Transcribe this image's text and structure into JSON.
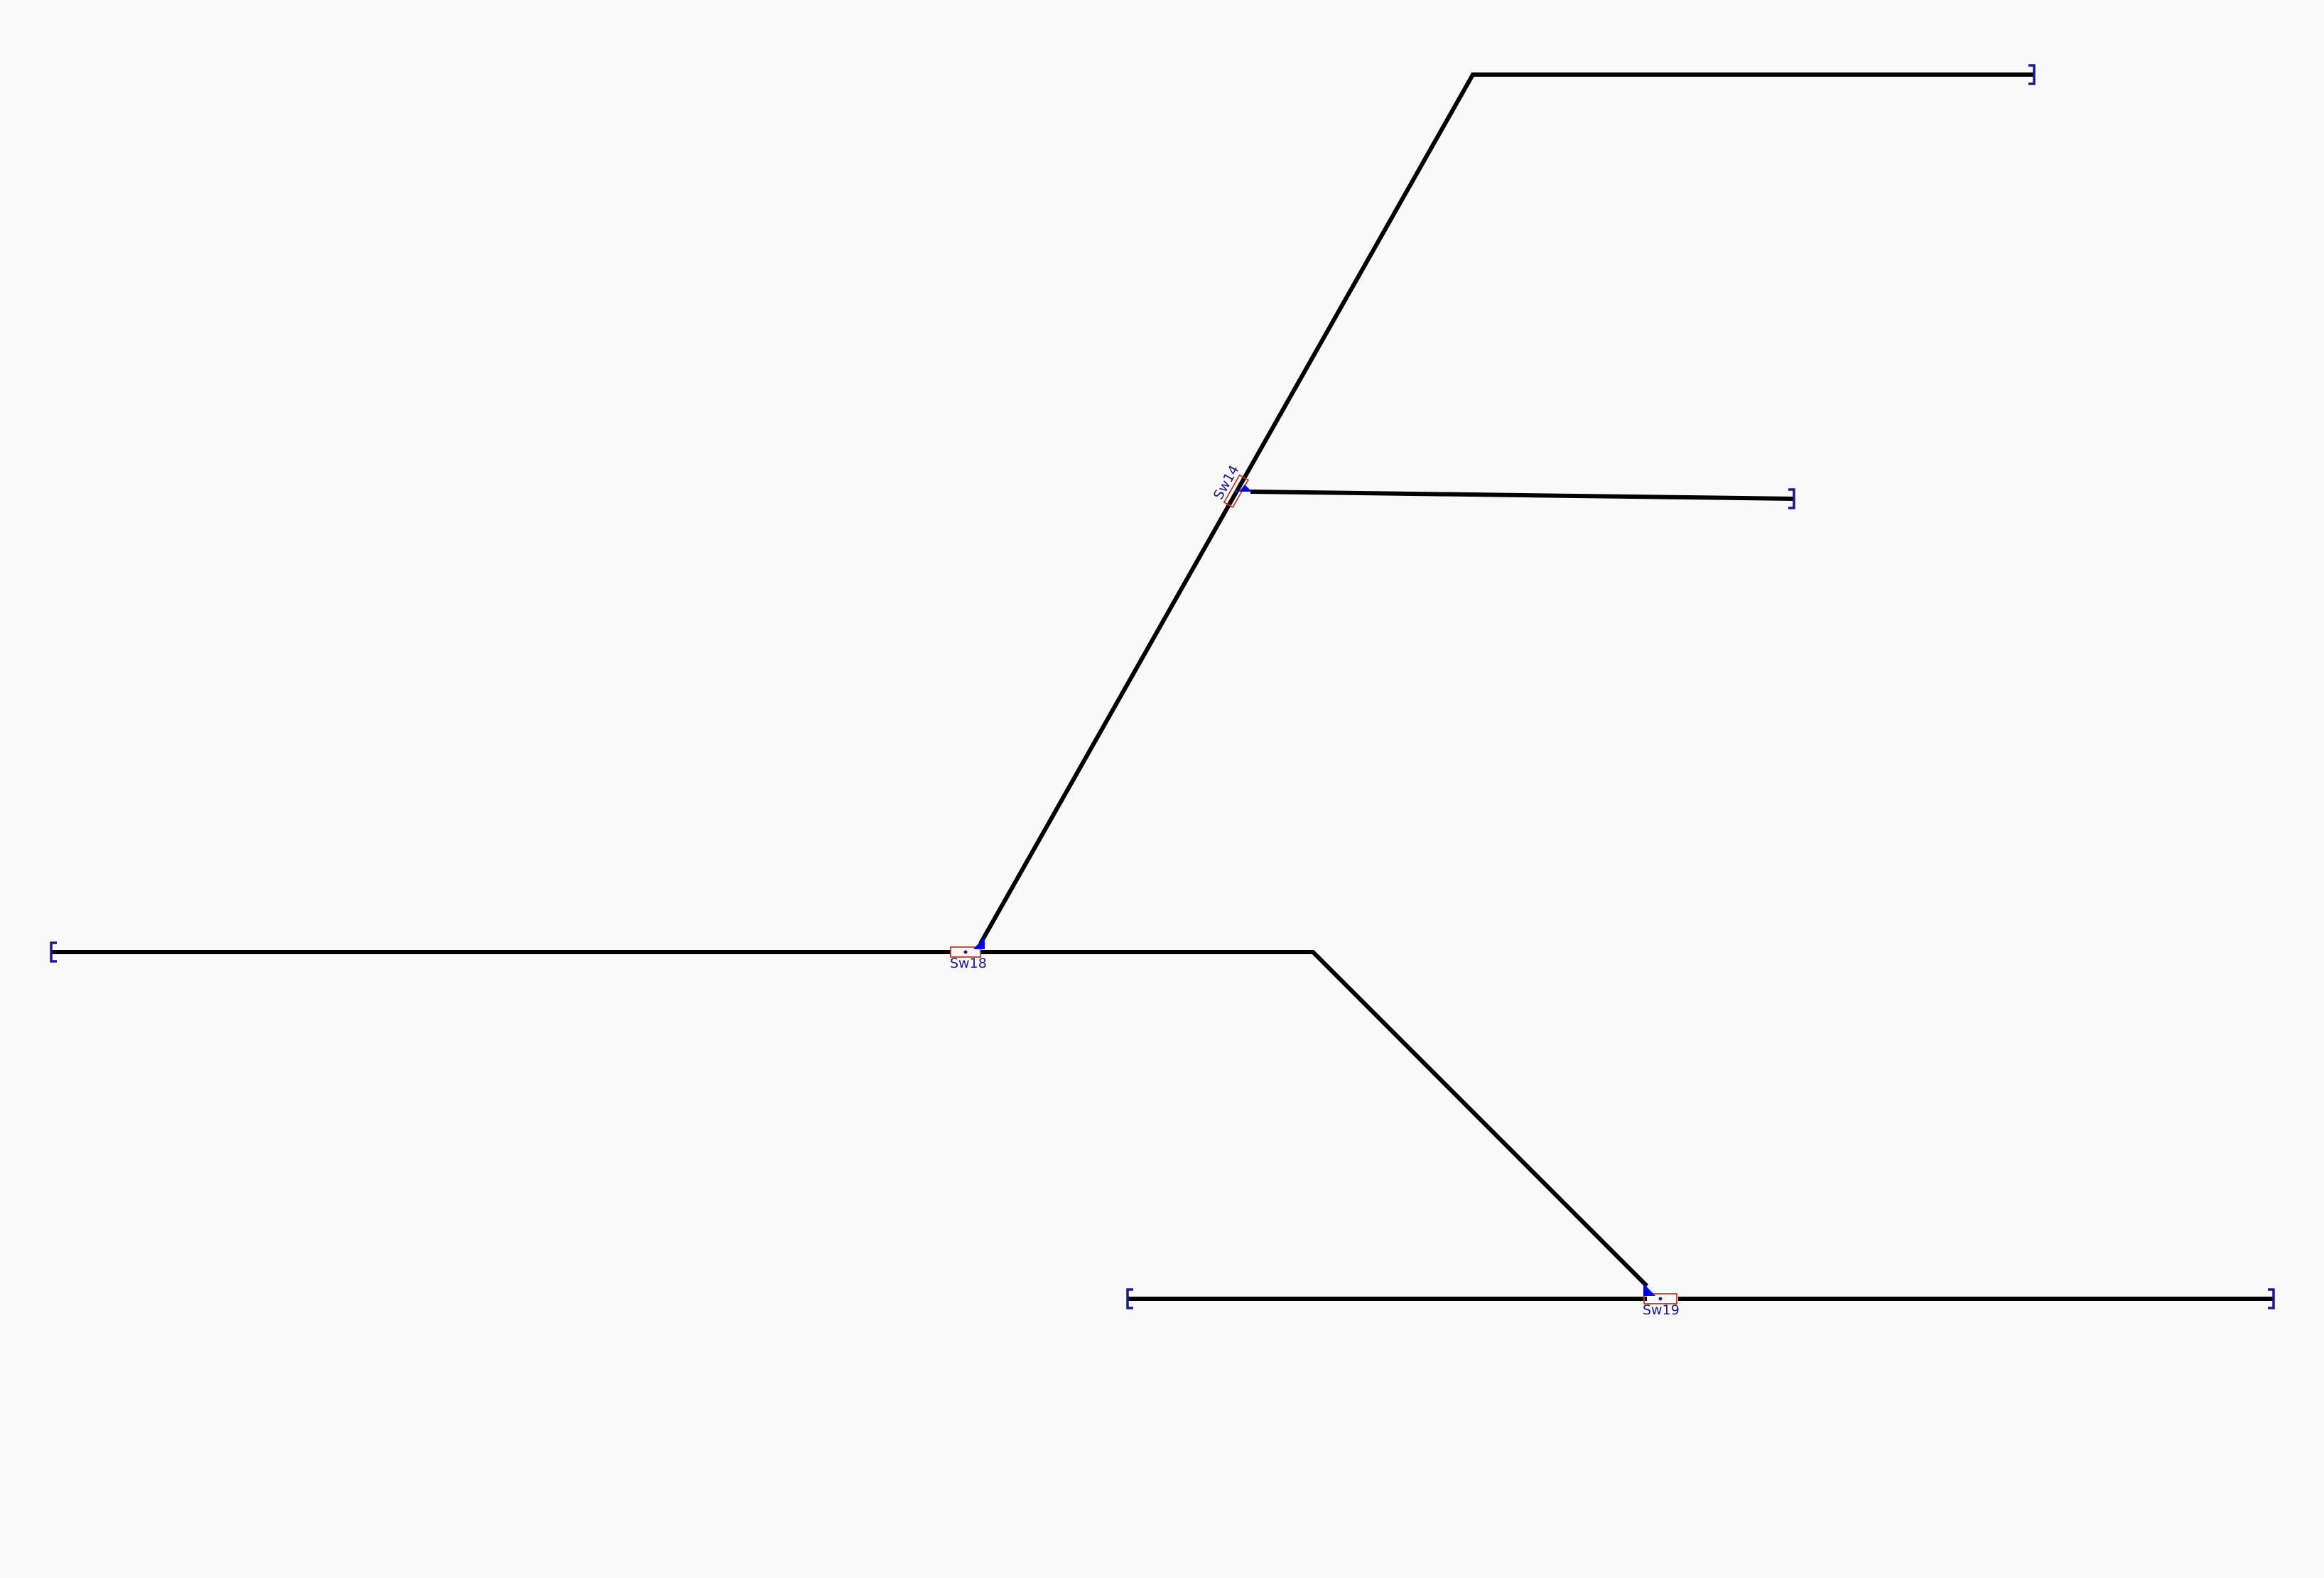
{
  "diagram": {
    "colors": {
      "background": "#f9f9f9",
      "track": "#000000",
      "buffer_stop": "#1a1a8c",
      "switch_label": "#1a1a8c",
      "switch_point": "#0000ee",
      "switch_marker": "#c0392b"
    },
    "switches": [
      {
        "id": "sw14",
        "label": "Sw14"
      },
      {
        "id": "sw18",
        "label": "Sw18"
      },
      {
        "id": "sw19",
        "label": "Sw19"
      }
    ]
  }
}
